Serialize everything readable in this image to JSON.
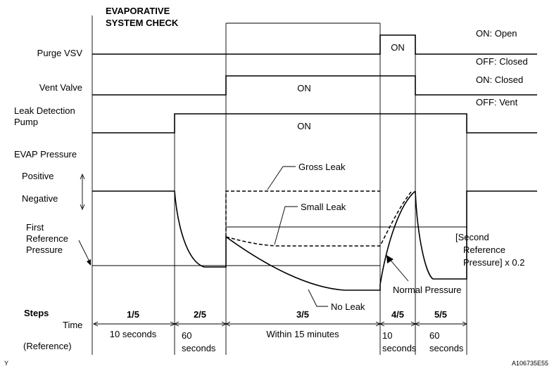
{
  "title": [
    "EVAPORATIVE",
    "SYSTEM CHECK"
  ],
  "rows": {
    "purge_vsv": "Purge VSV",
    "vent_valve": "Vent Valve",
    "leak_pump": [
      "Leak Detection",
      "Pump"
    ],
    "evap_pressure": "EVAP Pressure",
    "positive": "Positive",
    "negative": "Negative",
    "first_ref": [
      "First",
      "Reference",
      "Pressure"
    ]
  },
  "right_labels": {
    "on_open": "ON: Open",
    "off_closed": "OFF: Closed",
    "on_closed": "ON: Closed",
    "off_vent": "OFF: Vent"
  },
  "on_labels": {
    "purge": "ON",
    "vent": "ON",
    "pump": "ON"
  },
  "annotations": {
    "gross_leak": "Gross Leak",
    "small_leak": "Small Leak",
    "no_leak": "No Leak",
    "normal_pressure": "Normal Pressure",
    "second_ref": [
      "[Second",
      "Reference",
      "Pressure] x 0.2"
    ]
  },
  "steps": {
    "steps_label": "Steps",
    "time_label": "Time",
    "reference_label": "(Reference)",
    "names": [
      "1/5",
      "2/5",
      "3/5",
      "4/5",
      "5/5"
    ],
    "times": [
      [
        "10 seconds"
      ],
      [
        "60",
        "seconds"
      ],
      [
        "Within 15 minutes"
      ],
      [
        "10",
        "seconds"
      ],
      [
        "60",
        "seconds"
      ]
    ]
  },
  "footer": {
    "left": "Y",
    "right": "A106735E55"
  }
}
